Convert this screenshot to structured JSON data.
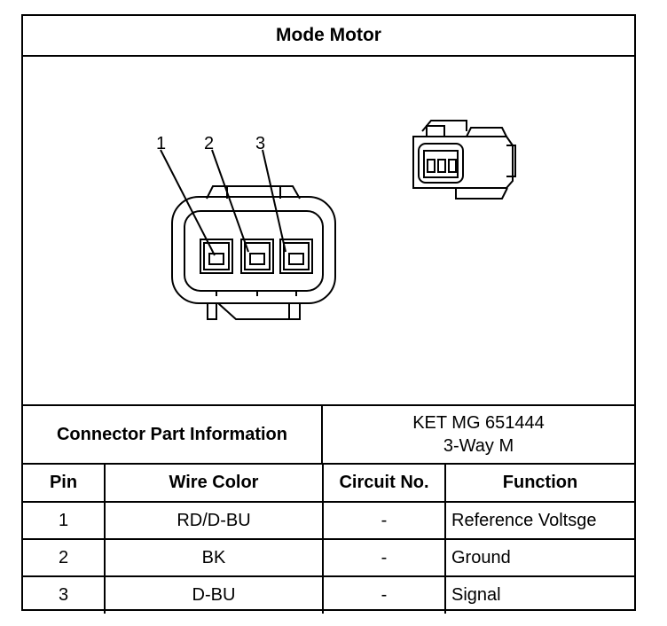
{
  "title": "Mode Motor",
  "diagram": {
    "pin_labels": [
      "1",
      "2",
      "3"
    ]
  },
  "connector_info": {
    "label": "Connector Part Information",
    "part_number": "KET MG 651444",
    "type": "3-Way M"
  },
  "table": {
    "headers": [
      "Pin",
      "Wire Color",
      "Circuit No.",
      "Function"
    ],
    "rows": [
      {
        "pin": "1",
        "wire_color": "RD/D-BU",
        "circuit": "-",
        "function": "Reference Voltsge"
      },
      {
        "pin": "2",
        "wire_color": "BK",
        "circuit": "-",
        "function": "Ground"
      },
      {
        "pin": "3",
        "wire_color": "D-BU",
        "circuit": "-",
        "function": "Signal"
      }
    ]
  }
}
